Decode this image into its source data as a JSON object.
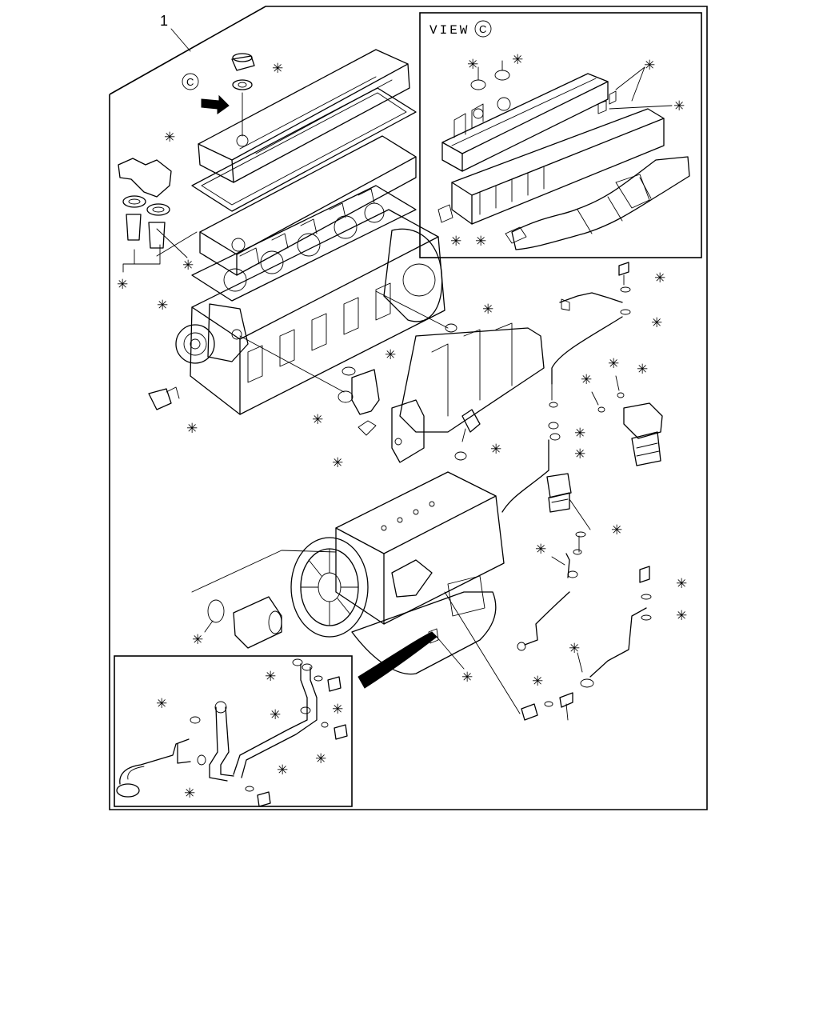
{
  "item_number": "1",
  "view_callout": {
    "prefix": "VIEW",
    "letter": "C"
  },
  "view_marker_letter": "C",
  "asterisk_symbol": "✳"
}
